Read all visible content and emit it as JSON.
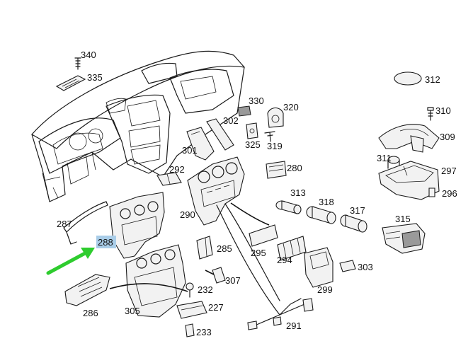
{
  "diagram": {
    "part_numbers": {
      "p340": "340",
      "p335": "335",
      "p312": "312",
      "p310": "310",
      "p309": "309",
      "p311": "311",
      "p297": "297",
      "p296": "296",
      "p330": "330",
      "p320": "320",
      "p302": "302",
      "p325": "325",
      "p319": "319",
      "p301": "301",
      "p292": "292",
      "p280": "280",
      "p313": "313",
      "p318": "318",
      "p317": "317",
      "p315": "315",
      "p290": "290",
      "p287": "287",
      "p288": "288",
      "p285": "285",
      "p295": "295",
      "p294": "294",
      "p303": "303",
      "p299": "299",
      "p307": "307",
      "p232": "232",
      "p227": "227",
      "p286": "286",
      "p305": "305",
      "p233": "233",
      "p291": "291"
    },
    "highlighted_part": "288",
    "arrow_color": "#2ecc2e",
    "highlight_color": "#a9cde8"
  }
}
